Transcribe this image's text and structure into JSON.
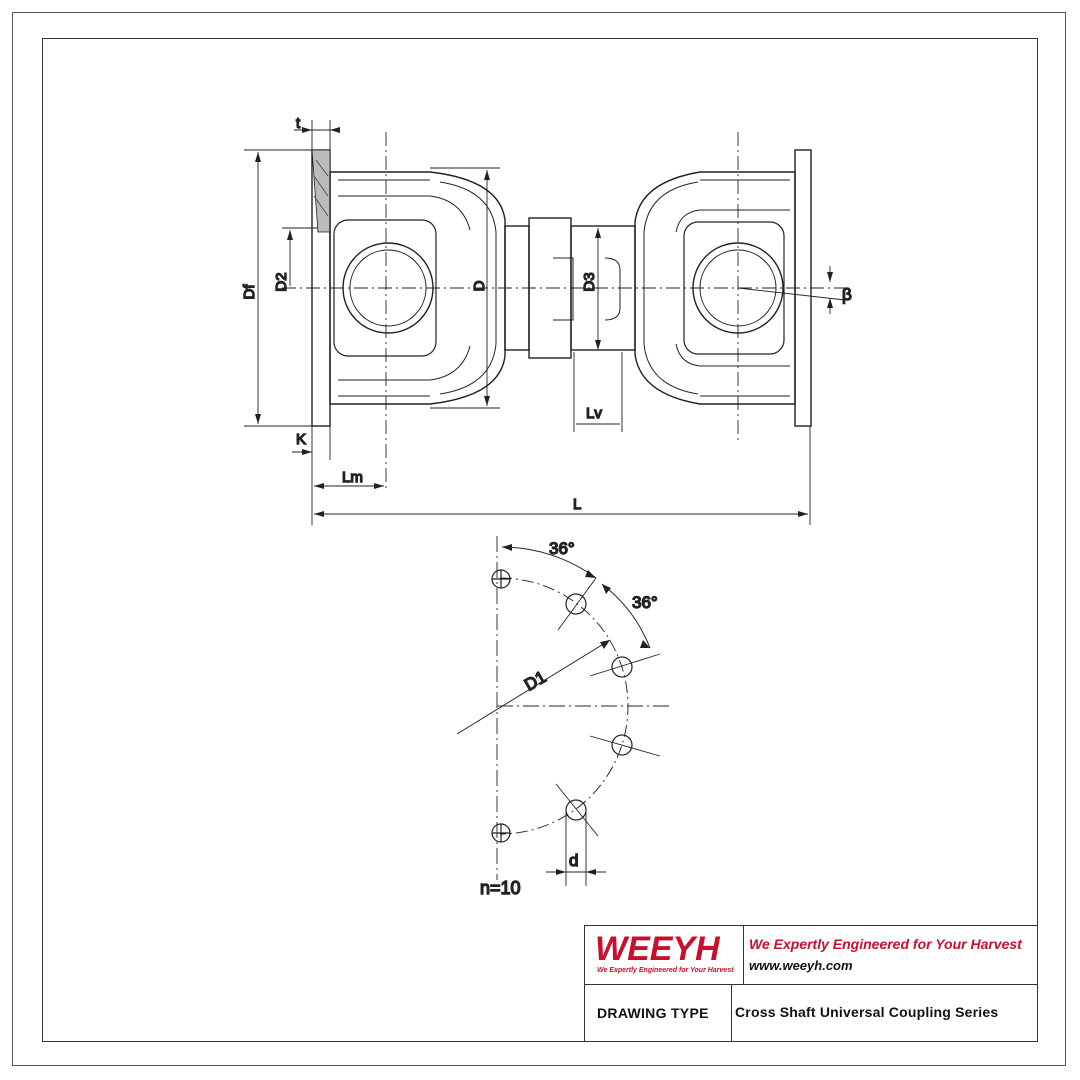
{
  "drawing": {
    "labels": {
      "t": "t",
      "Df": "Df",
      "D2": "D2",
      "D": "D",
      "D3": "D3",
      "beta": "β",
      "K": "K",
      "Lm": "Lm",
      "Lv": "Lv",
      "L": "L",
      "angle_1": "36°",
      "angle_2": "36°",
      "D1": "D1",
      "d": "d",
      "n": "n=10"
    }
  },
  "title_block": {
    "logo": "WEEYH",
    "logo_tagline": "We Expertly Engineered for Your Harvest",
    "slogan": "We Expertly Engineered for Your Harvest",
    "url": "www.weeyh.com",
    "drawing_type_label": "DRAWING TYPE",
    "drawing_type_value": "Cross Shaft Universal Coupling Series"
  },
  "colors": {
    "brand": "#c8102e",
    "line": "#222222"
  }
}
